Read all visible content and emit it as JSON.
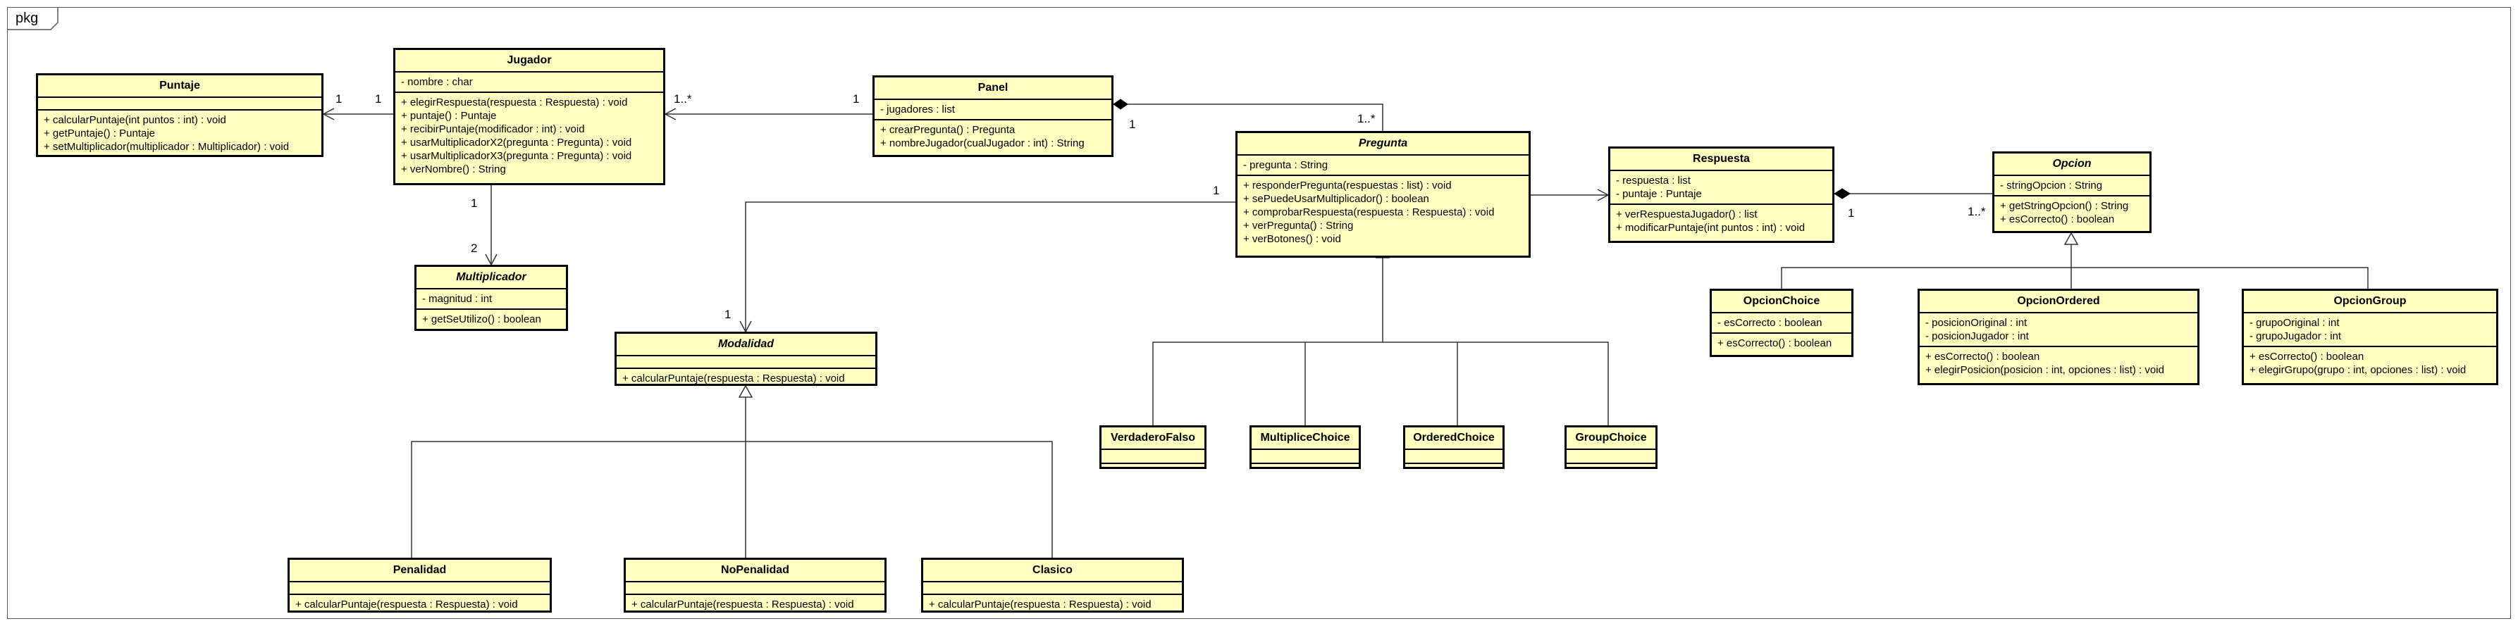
{
  "package_label": "pkg",
  "classes": {
    "puntaje": {
      "name": "Puntaje",
      "attributes": [],
      "operations": [
        "+ calcularPuntaje(int puntos : int) : void",
        "+ getPuntaje() : Puntaje",
        "+ setMultiplicador(multiplicador : Multiplicador) : void"
      ]
    },
    "jugador": {
      "name": "Jugador",
      "attributes": [
        "- nombre : char"
      ],
      "operations": [
        "+ elegirRespuesta(respuesta : Respuesta) : void",
        "+ puntaje() : Puntaje",
        "+ recibirPuntaje(modificador : int) : void",
        "+ usarMultiplicadorX2(pregunta : Pregunta) : void",
        "+ usarMultiplicadorX3(pregunta : Pregunta) : void",
        "+ verNombre() : String"
      ]
    },
    "multiplicador": {
      "name": "Multiplicador",
      "attributes": [
        "- magnitud : int"
      ],
      "operations": [
        "+ getSeUtilizo() : boolean"
      ]
    },
    "panel": {
      "name": "Panel",
      "attributes": [
        "- jugadores : list"
      ],
      "operations": [
        "+ crearPregunta() : Pregunta",
        "+ nombreJugador(cualJugador : int) : String"
      ]
    },
    "pregunta": {
      "name": "Pregunta",
      "attributes": [
        "- pregunta : String"
      ],
      "operations": [
        "+ responderPregunta(respuestas : list) : void",
        "+ sePuedeUsarMultiplicador() : boolean",
        "+ comprobarRespuesta(respuesta : Respuesta) : void",
        "+ verPregunta() : String",
        "+ verBotones() : void"
      ]
    },
    "respuesta": {
      "name": "Respuesta",
      "attributes": [
        "- respuesta : list",
        "- puntaje : Puntaje"
      ],
      "operations": [
        "+ verRespuestaJugador() : list",
        "+ modificarPuntaje(int puntos : int) : void"
      ]
    },
    "opcion": {
      "name": "Opcion",
      "attributes": [
        "- stringOpcion : String"
      ],
      "operations": [
        "+ getStringOpcion() : String",
        "+ esCorrecto() : boolean"
      ]
    },
    "modalidad": {
      "name": "Modalidad",
      "attributes": [],
      "operations": [
        "+ calcularPuntaje(respuesta : Respuesta) : void"
      ]
    },
    "verdaderoFalso": {
      "name": "VerdaderoFalso"
    },
    "multipliceChoice": {
      "name": "MultipliceChoice"
    },
    "orderedChoice": {
      "name": "OrderedChoice"
    },
    "groupChoice": {
      "name": "GroupChoice"
    },
    "opcionChoice": {
      "name": "OpcionChoice",
      "attributes": [
        "- esCorrecto : boolean"
      ],
      "operations": [
        "+ esCorrecto() : boolean"
      ]
    },
    "opcionOrdered": {
      "name": "OpcionOrdered",
      "attributes": [
        "- posicionOriginal : int",
        "- posicionJugador : int"
      ],
      "operations": [
        "+ esCorrecto() : boolean",
        "+ elegirPosicion(posicion : int, opciones : list) : void"
      ]
    },
    "opcionGroup": {
      "name": "OpcionGroup",
      "attributes": [
        "- grupoOriginal : int",
        "- grupoJugador : int"
      ],
      "operations": [
        "+ esCorrecto() : boolean",
        "+ elegirGrupo(grupo : int, opciones : list) : void"
      ]
    },
    "penalidad": {
      "name": "Penalidad",
      "attributes": [],
      "operations": [
        "+ calcularPuntaje(respuesta : Respuesta) : void"
      ]
    },
    "noPenalidad": {
      "name": "NoPenalidad",
      "attributes": [],
      "operations": [
        "+ calcularPuntaje(respuesta : Respuesta) : void"
      ]
    },
    "clasico": {
      "name": "Clasico",
      "attributes": [],
      "operations": [
        "+ calcularPuntaje(respuesta : Respuesta) : void"
      ]
    }
  },
  "multiplicities": {
    "jugador_puntaje_near_puntaje": "1",
    "jugador_puntaje_near_jugador": "1",
    "panel_jugador_near_jugador": "1..*",
    "panel_jugador_near_panel": "1",
    "jugador_multiplicador_near_jugador": "1",
    "jugador_multiplicador_near_multiplicador": "2",
    "panel_pregunta_near_panel": "1",
    "panel_pregunta_near_pregunta": "1..*",
    "pregunta_modalidad_near_pregunta": "1",
    "pregunta_modalidad_near_modalidad": "1",
    "respuesta_opcion_near_respuesta": "1",
    "respuesta_opcion_near_opcion": "1..*"
  }
}
